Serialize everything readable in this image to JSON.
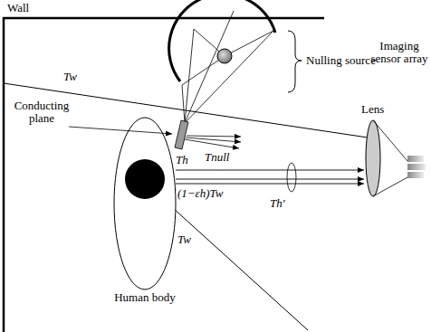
{
  "diagram": {
    "labels": [
      "Wall",
      "Nulling source",
      "Conducting plane",
      "Tw",
      "Tnull",
      "Th",
      "(1−εh)Tw",
      "Tw",
      "Th′",
      "Human body",
      "Lens",
      "Imaging sensor array"
    ]
  }
}
